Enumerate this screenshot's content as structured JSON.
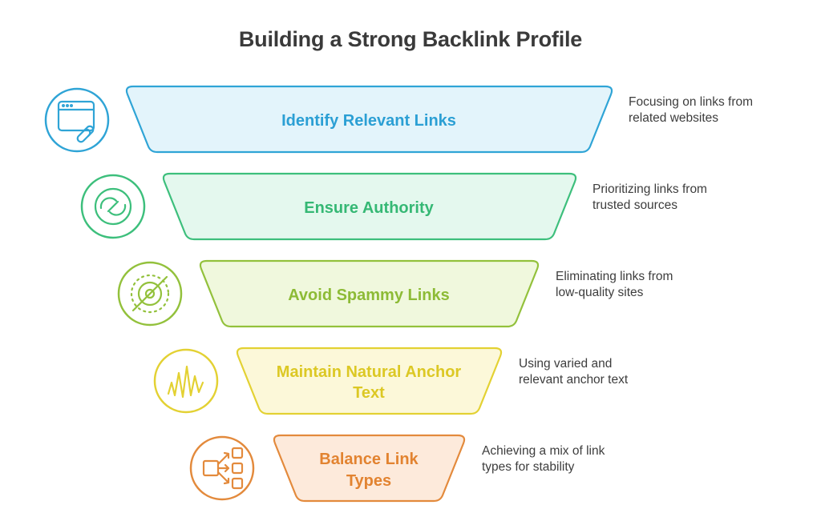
{
  "title": "Building a Strong Backlink Profile",
  "stages": [
    {
      "label_lines": [
        "Identify Relevant Links"
      ],
      "description_lines": [
        "Focusing on links from",
        "related websites"
      ],
      "icon": "browser-link-icon",
      "stroke": "#2fa4d6",
      "fill": "#e3f4fb",
      "text": "#2b9fd4"
    },
    {
      "label_lines": [
        "Ensure Authority"
      ],
      "description_lines": [
        "Prioritizing links from",
        "trusted sources"
      ],
      "icon": "authority-circle-icon",
      "stroke": "#3dbf7c",
      "fill": "#e4f8ee",
      "text": "#35b874"
    },
    {
      "label_lines": [
        "Avoid Spammy Links"
      ],
      "description_lines": [
        "Eliminating links from",
        "low-quality sites"
      ],
      "icon": "no-spam-target-icon",
      "stroke": "#93c13c",
      "fill": "#f0f8dd",
      "text": "#8dbb36"
    },
    {
      "label_lines": [
        "Maintain Natural Anchor",
        "Text"
      ],
      "description_lines": [
        "Using varied and",
        "relevant anchor text"
      ],
      "icon": "wave-signal-icon",
      "stroke": "#e3d133",
      "fill": "#fcf8d9",
      "text": "#dcc824"
    },
    {
      "label_lines": [
        "Balance Link",
        "Types"
      ],
      "description_lines": [
        "Achieving a mix of link",
        "types for stability"
      ],
      "icon": "branching-nodes-icon",
      "stroke": "#e38a3c",
      "fill": "#fdeadb",
      "text": "#e28330"
    }
  ]
}
